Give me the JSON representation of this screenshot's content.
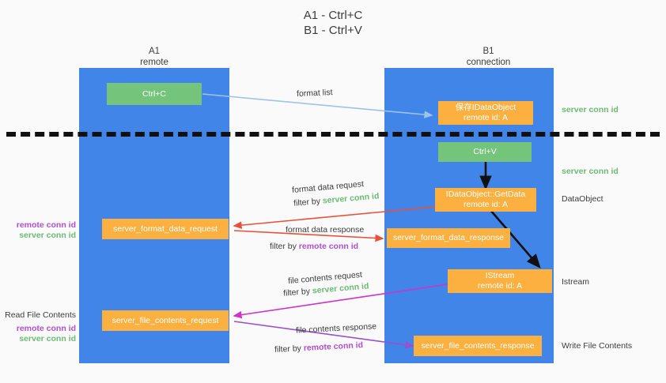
{
  "title": "A1 - Ctrl+C\nB1 - Ctrl+V",
  "colors": {
    "lane": "#4285e8",
    "green_box": "#74c47b",
    "orange_box": "#fbb040",
    "server_conn_id": "#6cbb74",
    "remote_conn_id": "#b24fd0",
    "arrow_blue": "#9cc3ea",
    "arrow_red": "#e8503a",
    "arrow_magenta": "#cc33cc",
    "arrow_purple": "#9b4fd0",
    "arrow_black": "#111111",
    "divider": "#111111",
    "background": "#fafafa"
  },
  "lanes": [
    {
      "id": "a1",
      "name": "A1",
      "sublabel": "remote",
      "header": "A1\nremote"
    },
    {
      "id": "b1",
      "name": "B1",
      "sublabel": "connection",
      "header": "B1\nconnection"
    }
  ],
  "nodes": [
    {
      "id": "ctrl-c",
      "label": "Ctrl+C",
      "kind": "green"
    },
    {
      "id": "save-idataobject",
      "label": "保存IDataObject\nremote id: A",
      "kind": "orange"
    },
    {
      "id": "ctrl-v",
      "label": "Ctrl+V",
      "kind": "green"
    },
    {
      "id": "idataobject-getdata",
      "label": "IDataObject::GetData\nremote id: A",
      "kind": "orange"
    },
    {
      "id": "server-format-data-request",
      "label": "server_format_data_request",
      "kind": "orange"
    },
    {
      "id": "server-format-data-response",
      "label": "server_format_data_response",
      "kind": "orange"
    },
    {
      "id": "istream",
      "label": "IStream\nremote id: A",
      "kind": "orange"
    },
    {
      "id": "server-file-contents-request",
      "label": "server_file_contents_request",
      "kind": "orange"
    },
    {
      "id": "server-file-contents-response",
      "label": "server_file_contents_response",
      "kind": "orange"
    }
  ],
  "right_annotations": [
    {
      "id": "server-conn-id-top",
      "text": "server conn id",
      "style": "green"
    },
    {
      "id": "server-conn-id-second",
      "text": "server conn id",
      "style": "green"
    },
    {
      "id": "dataobject",
      "text": "DataObject",
      "style": "plain"
    },
    {
      "id": "istream-label",
      "text": "Istream",
      "style": "plain"
    },
    {
      "id": "write-file-contents",
      "text": "Write File Contents",
      "style": "plain"
    }
  ],
  "left_annotations": [
    {
      "id": "format-remote-conn-id",
      "text": "remote conn id",
      "style": "purple"
    },
    {
      "id": "format-server-conn-id",
      "text": "server conn id",
      "style": "green"
    },
    {
      "id": "read-file-contents",
      "text": "Read File Contents",
      "style": "plain"
    },
    {
      "id": "file-remote-conn-id",
      "text": "remote conn id",
      "style": "purple"
    },
    {
      "id": "file-server-conn-id",
      "text": "server conn id",
      "style": "green"
    }
  ],
  "edge_labels": [
    {
      "id": "format-list",
      "text": "format list"
    },
    {
      "id": "format-data-request",
      "text": "format data request"
    },
    {
      "id": "format-data-request-filter",
      "prefix": "filter by ",
      "highlight": "server conn id",
      "style": "green"
    },
    {
      "id": "format-data-response",
      "text": "format data response"
    },
    {
      "id": "format-data-response-filter",
      "prefix": "filter by ",
      "highlight": "remote conn id",
      "style": "purple"
    },
    {
      "id": "file-contents-request",
      "text": "file contents request"
    },
    {
      "id": "file-contents-request-filter",
      "prefix": "filter by ",
      "highlight": "server conn id",
      "style": "green"
    },
    {
      "id": "file-contents-response",
      "text": "file contents response"
    },
    {
      "id": "file-contents-response-filter",
      "prefix": "filter by ",
      "highlight": "remote conn id",
      "style": "purple"
    }
  ]
}
